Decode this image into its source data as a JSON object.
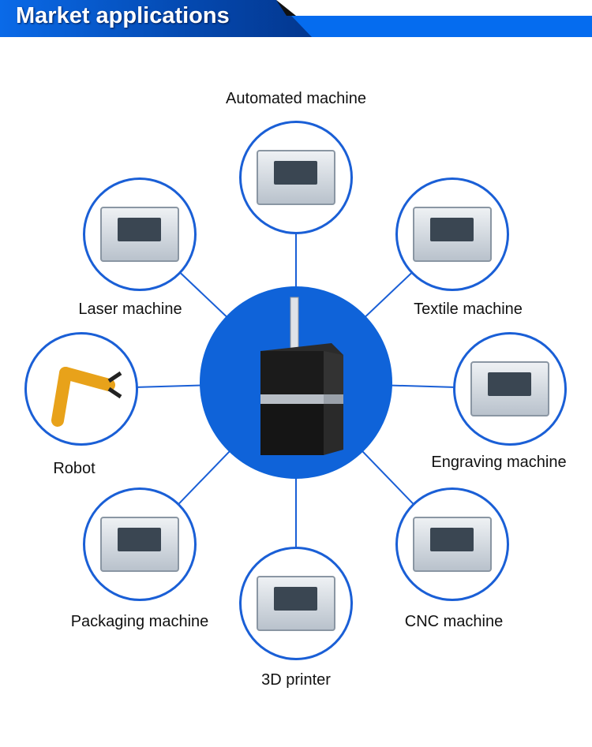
{
  "header": {
    "title": "Market applications"
  },
  "colors": {
    "accent": "#056cef",
    "circle": "#0f63d9"
  },
  "center": {
    "product": "stepper-motor-with-gearbox"
  },
  "applications": [
    {
      "label": "Automated machine"
    },
    {
      "label": "Laser machine"
    },
    {
      "label": "Textile machine"
    },
    {
      "label": "Robot"
    },
    {
      "label": "Engraving machine"
    },
    {
      "label": "Packaging machine"
    },
    {
      "label": "CNC machine"
    },
    {
      "label": "3D printer"
    }
  ]
}
